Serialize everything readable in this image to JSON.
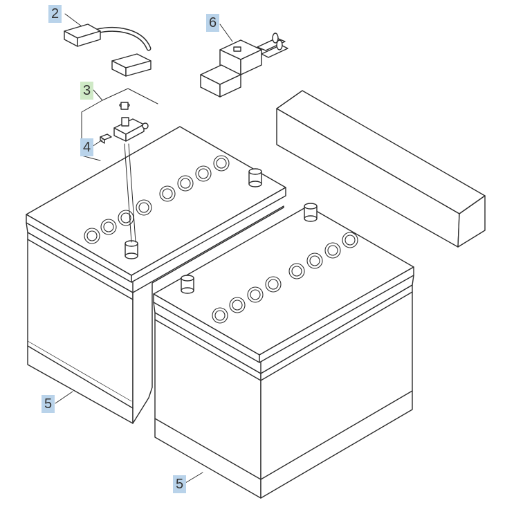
{
  "callouts": [
    {
      "id": "c2",
      "label": "2",
      "color": "#b9d3ea"
    },
    {
      "id": "c6",
      "label": "6",
      "color": "#b9d3ea"
    },
    {
      "id": "c3",
      "label": "3",
      "color": "#cfe9c6"
    },
    {
      "id": "c4",
      "label": "4",
      "color": "#b9d3ea"
    },
    {
      "id": "c5a",
      "label": "5",
      "color": "#b9d3ea"
    },
    {
      "id": "c5b",
      "label": "5",
      "color": "#b9d3ea"
    }
  ],
  "colors": {
    "line": "#2b2b2b",
    "fill": "#ffffff",
    "callout_blue": "#b9d3ea",
    "callout_green": "#cfe9c6"
  },
  "parts": [
    "cable-connector",
    "terminal-cover",
    "terminal-clamp",
    "terminal-clip",
    "battery",
    "battery",
    "block"
  ]
}
